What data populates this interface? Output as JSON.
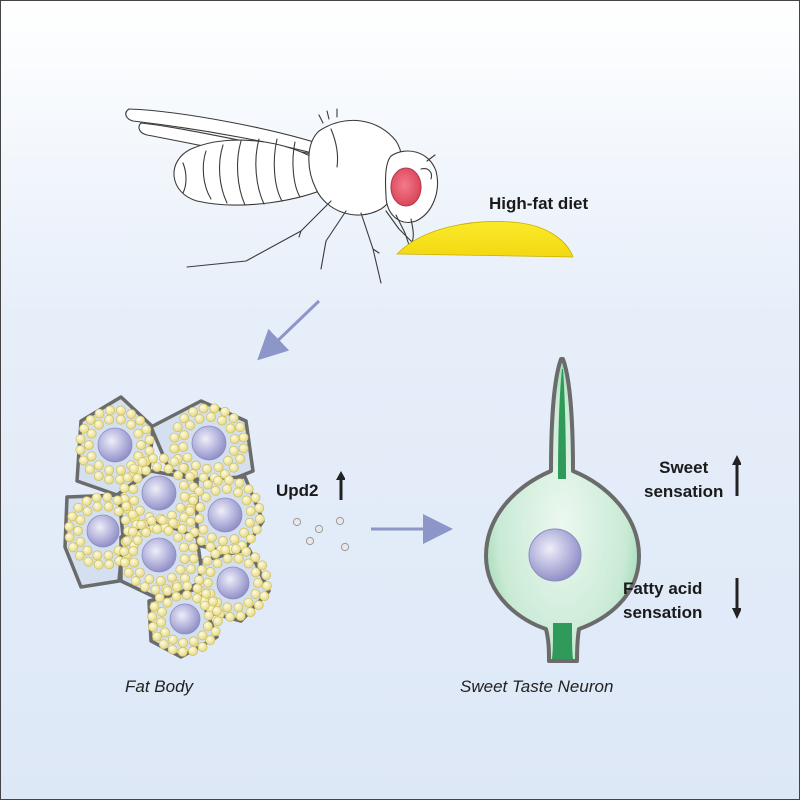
{
  "labels": {
    "high_fat_diet": "High-fat diet",
    "upd2": "Upd2",
    "sweet_line1": "Sweet",
    "sweet_line2": "sensation",
    "fatty_line1": "Fatty acid",
    "fatty_line2": "sensation",
    "fat_body": "Fat Body",
    "sweet_taste_neuron": "Sweet Taste Neuron"
  },
  "indicators": {
    "upd2": "up",
    "sweet_sensation": "up",
    "fatty_acid_sensation": "down"
  },
  "colors": {
    "fly_eye": "#e8566b",
    "food": "#f7e21e",
    "fat_droplet": "#efe59a",
    "cell_nucleus": "#a9a8d6",
    "neuron_fill": "#d7efe1",
    "neuron_axon": "#2f9a5a",
    "arrow": "#8d96c8",
    "outline": "#6b6b6b"
  },
  "icons": {
    "fly": "fruit-fly-illustration",
    "food": "high-fat-food-drop",
    "fat_body": "fat-body-cells",
    "neuron": "sweet-taste-neuron"
  }
}
